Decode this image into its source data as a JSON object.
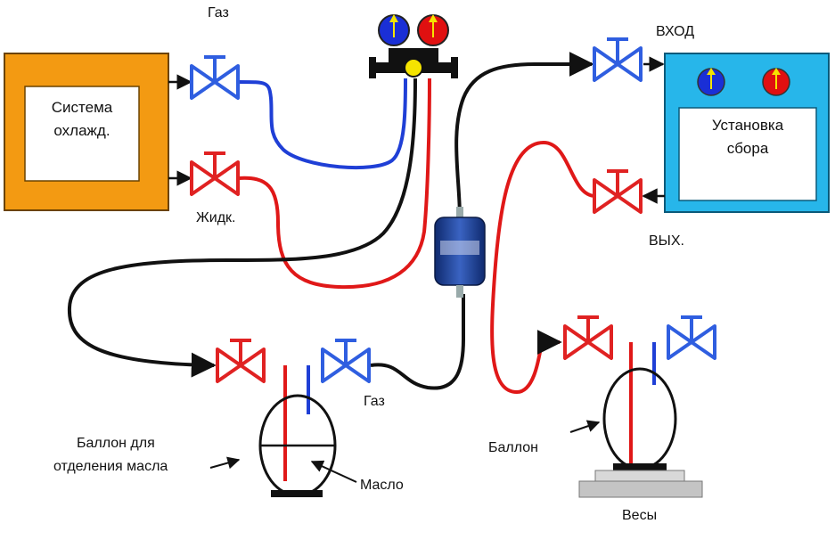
{
  "cooling_system": {
    "line1": "Система",
    "line2": "охлажд."
  },
  "recovery_unit": {
    "line1": "Установка",
    "line2": "сбора"
  },
  "labels": {
    "gas_top": "Газ",
    "liquid": "Жидк.",
    "inlet": "ВХОД",
    "outlet": "ВЫХ.",
    "gas_bottom": "Газ",
    "separator_line1": "Баллон для",
    "separator_line2": "отделения масла",
    "oil": "Масло",
    "cylinder": "Баллон",
    "scales": "Весы"
  },
  "colors": {
    "cooling_box": "#f39a12",
    "recovery_box": "#27b6ea",
    "gas_line": "#1f3fd6",
    "liquid_line": "#e01818",
    "hose": "#111111",
    "valve_blue": "#2f5ee0",
    "valve_red": "#e02222",
    "gauge_blue": "#1a2fd6",
    "gauge_red": "#e01010",
    "gauge_center": "#f5e400",
    "filter": "#1d3f92"
  }
}
